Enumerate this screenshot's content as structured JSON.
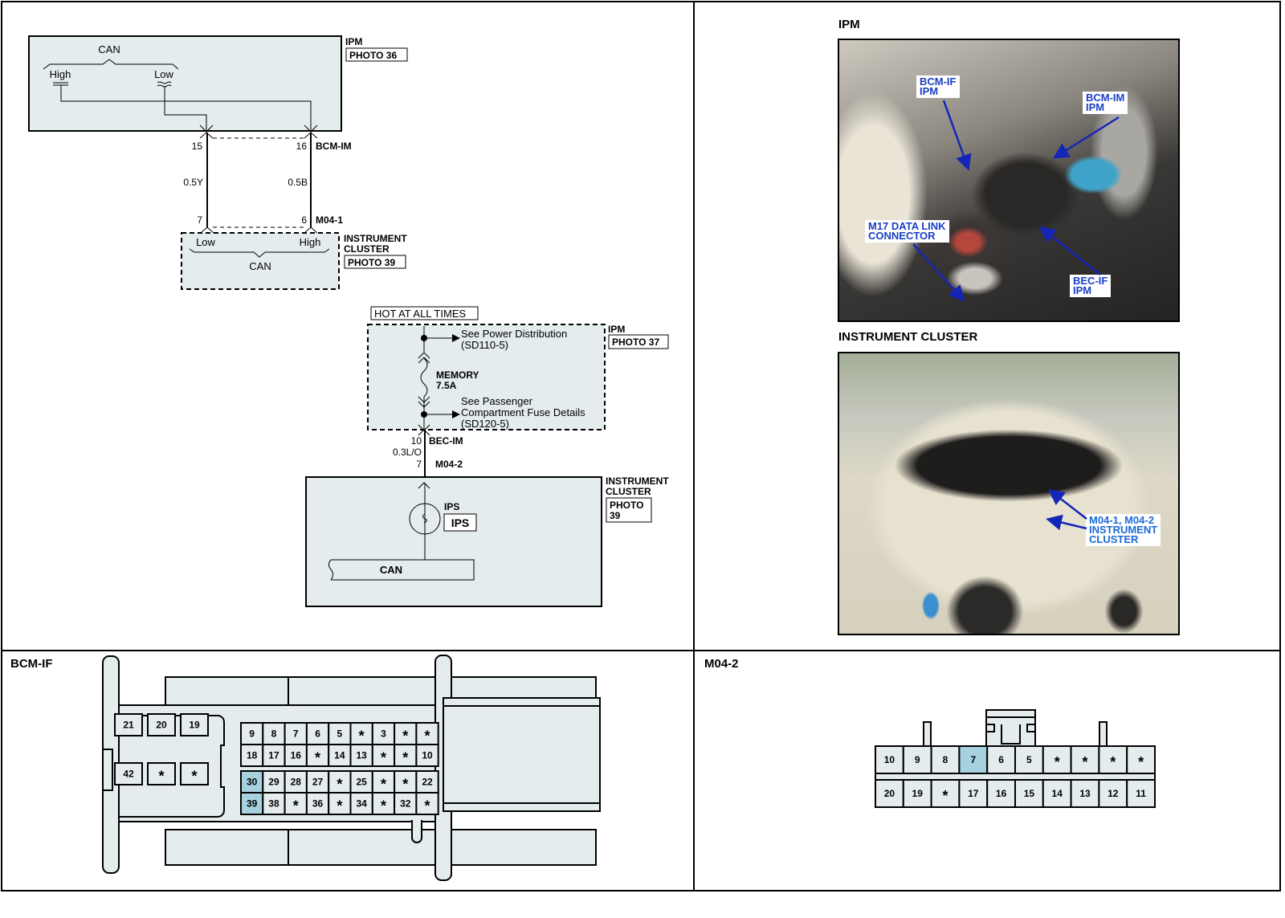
{
  "schematic": {
    "top": {
      "ipm_label": "IPM",
      "ipm_photo": "PHOTO 36",
      "can_label": "CAN",
      "high_label": "High",
      "low_label": "Low",
      "pin_left": "15",
      "pin_right": "16",
      "connector_top": "BCM-IM",
      "wire_left": "0.5Y",
      "wire_right": "0.5B",
      "pin_bottom_left": "7",
      "pin_bottom_right": "6",
      "connector_bottom": "M04-1",
      "cluster_low": "Low",
      "cluster_high": "High",
      "cluster_can": "CAN",
      "cluster_label_1": "INSTRUMENT",
      "cluster_label_2": "CLUSTER",
      "cluster_photo": "PHOTO 39"
    },
    "bottom": {
      "hot_label": "HOT AT ALL TIMES",
      "ipm_label": "IPM",
      "ipm_photo": "PHOTO 37",
      "see_power_1": "See Power Distribution",
      "see_power_2": "(SD110-5)",
      "fuse_name": "MEMORY",
      "fuse_rating": "7.5A",
      "see_pass_1": "See Passenger",
      "see_pass_2": "Compartment Fuse Details",
      "see_pass_3": "(SD120-5)",
      "pin_top": "10",
      "connector_top": "BEC-IM",
      "wire": "0.3L/O",
      "pin_bottom": "7",
      "connector_bottom": "M04-2",
      "cluster_label_1": "INSTRUMENT",
      "cluster_label_2": "CLUSTER",
      "cluster_photo_1": "PHOTO",
      "cluster_photo_2": "39",
      "ips_label": "IPS",
      "ips_box": "IPS",
      "can_label": "CAN"
    }
  },
  "photos": {
    "ipm": {
      "title": "IPM",
      "callouts": [
        "BCM-IF\nIPM",
        "BCM-IM\nIPM",
        "M17 DATA LINK\nCONNECTOR",
        "BEC-IF\nIPM"
      ]
    },
    "cluster": {
      "title": "INSTRUMENT CLUSTER",
      "callouts": [
        "M04-1, M04-2\nINSTRUMENT\nCLUSTER"
      ]
    }
  },
  "connectors": {
    "highlight_color": "#a6d2e0",
    "body_color": "#e4ecee",
    "bcm_if": {
      "title": "BCM-IF",
      "left_block": [
        [
          "21",
          "20",
          "19"
        ],
        [
          "42",
          "*",
          "*"
        ]
      ],
      "right_upper": [
        [
          "9",
          "8",
          "7",
          "6",
          "5",
          "*",
          "3",
          "*",
          "*"
        ],
        [
          "18",
          "17",
          "16",
          "*",
          "14",
          "13",
          "*",
          "*",
          "10"
        ]
      ],
      "right_lower": [
        [
          "30",
          "29",
          "28",
          "27",
          "*",
          "25",
          "*",
          "*",
          "22"
        ],
        [
          "39",
          "38",
          "*",
          "36",
          "*",
          "34",
          "*",
          "32",
          "*"
        ]
      ],
      "highlighted": [
        "30",
        "39"
      ]
    },
    "m04_2": {
      "title": "M04-2",
      "rows": [
        [
          "10",
          "9",
          "8",
          "7",
          "6",
          "5",
          "*",
          "*",
          "*",
          "*"
        ],
        [
          "20",
          "19",
          "*",
          "17",
          "16",
          "15",
          "14",
          "13",
          "12",
          "11"
        ]
      ],
      "highlighted": [
        "7"
      ]
    }
  }
}
